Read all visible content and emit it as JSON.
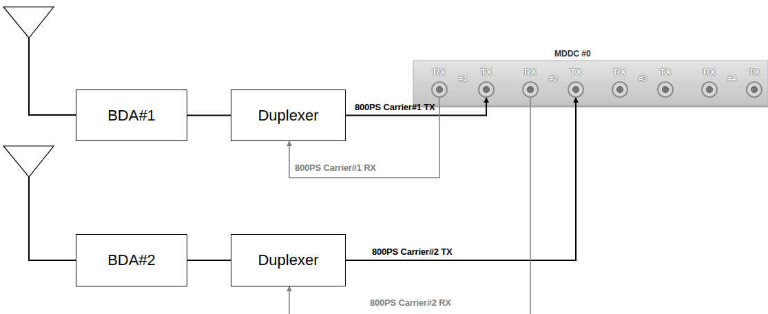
{
  "diagram": {
    "nodes": [
      {
        "text": [
          "BDA#1"
        ]
      },
      {
        "text": [
          "Duplexer"
        ]
      },
      {
        "text": [
          "BDA#2"
        ]
      },
      {
        "text": [
          "Duplexer"
        ]
      },
      {
        "text": [
          "MDDC #0"
        ]
      }
    ],
    "edges": [
      {
        "from": 0,
        "to": 1,
        "arrow": "none"
      },
      {
        "from": 2,
        "to": 3,
        "arrow": "none"
      },
      {
        "from": 1,
        "to": 4,
        "arrow": "to",
        "label": "800PS Carrier#1 TX"
      },
      {
        "from": 4,
        "to": 1,
        "arrow": "to",
        "label": "800PS Carrier#1 RX"
      },
      {
        "from": 3,
        "to": 4,
        "arrow": "to",
        "label": "800PS Carrier#2 TX"
      },
      {
        "from": 4,
        "to": 3,
        "arrow": "to",
        "label": "800PS Carrier#2 RX"
      }
    ],
    "labels": [
      "RX",
      "#1",
      "TX",
      "RX",
      "#2",
      "TX",
      "RX",
      "#3",
      "TX",
      "RX",
      "#4",
      "TX"
    ]
  }
}
